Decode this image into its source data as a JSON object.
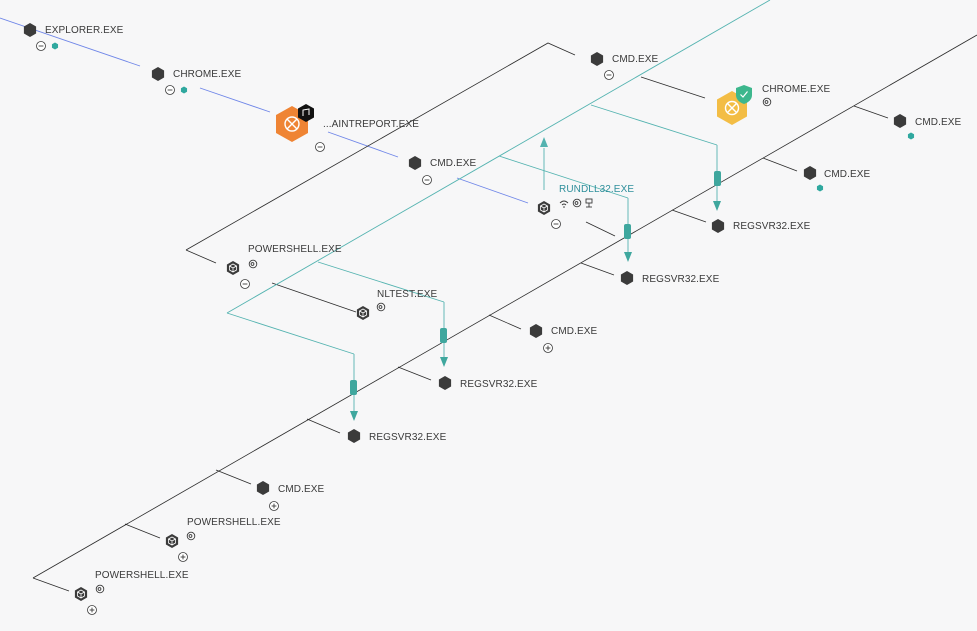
{
  "colors": {
    "tree_line": "#2b2b2b",
    "lateral_line": "#54b3b0",
    "chain_line": "#6f86e8",
    "node": "#3b3b3b",
    "alert_orange": "#ef8434",
    "safe_yellow": "#f3bd45",
    "verified_green": "#3db78d",
    "selected_text": "#2f8f9b",
    "background": "#f7f7f8"
  },
  "nodes": [
    {
      "id": "explorer",
      "label": "EXPLORER.EXE",
      "icon": "hexagon-process-icon",
      "controls": [
        "collapse",
        "expand-dot"
      ]
    },
    {
      "id": "chrome1",
      "label": "CHROME.EXE",
      "icon": "hexagon-process-icon",
      "controls": [
        "collapse",
        "expand-dot"
      ]
    },
    {
      "id": "paintreport",
      "label": "...AINTREPORT.EXE",
      "icon": "alert-process-icon",
      "badge": "malware-signature-icon",
      "controls": [
        "collapse"
      ]
    },
    {
      "id": "cmd_a",
      "label": "CMD.EXE",
      "icon": "hexagon-process-icon",
      "controls": [
        "collapse"
      ]
    },
    {
      "id": "rundll32",
      "label": "RUNDLL32.EXE",
      "icon": "cube-process-icon",
      "selected": true,
      "controls": [
        "collapse"
      ],
      "indicators": [
        "network-icon",
        "file-scan-icon",
        "registry-icon"
      ]
    },
    {
      "id": "cmd_top",
      "label": "CMD.EXE",
      "icon": "hexagon-process-icon",
      "controls": [
        "collapse"
      ]
    },
    {
      "id": "chrome2",
      "label": "CHROME.EXE",
      "icon": "safe-process-icon",
      "badge": "verified-shield-icon",
      "indicators": [
        "file-scan-icon"
      ]
    },
    {
      "id": "cmd_r1",
      "label": "CMD.EXE",
      "icon": "hexagon-process-icon",
      "controls": [
        "expand-dot"
      ]
    },
    {
      "id": "cmd_r2",
      "label": "CMD.EXE",
      "icon": "hexagon-process-icon",
      "controls": [
        "expand-dot"
      ]
    },
    {
      "id": "regsvr_a",
      "label": "REGSVR32.EXE",
      "icon": "hexagon-process-icon"
    },
    {
      "id": "regsvr_b",
      "label": "REGSVR32.EXE",
      "icon": "hexagon-process-icon"
    },
    {
      "id": "powershell1",
      "label": "POWERSHELL.EXE",
      "icon": "cube-process-icon",
      "controls": [
        "collapse"
      ],
      "indicators": [
        "file-scan-icon"
      ]
    },
    {
      "id": "nltest",
      "label": "NLTEST.EXE",
      "icon": "cube-process-icon",
      "indicators": [
        "file-scan-icon"
      ]
    },
    {
      "id": "cmd_m",
      "label": "CMD.EXE",
      "icon": "hexagon-process-icon",
      "controls": [
        "expand"
      ]
    },
    {
      "id": "regsvr_c",
      "label": "REGSVR32.EXE",
      "icon": "hexagon-process-icon"
    },
    {
      "id": "regsvr_d",
      "label": "REGSVR32.EXE",
      "icon": "hexagon-process-icon"
    },
    {
      "id": "cmd_l",
      "label": "CMD.EXE",
      "icon": "hexagon-process-icon",
      "controls": [
        "expand"
      ]
    },
    {
      "id": "powershell2",
      "label": "POWERSHELL.EXE",
      "icon": "cube-process-icon",
      "controls": [
        "expand"
      ],
      "indicators": [
        "file-scan-icon"
      ]
    },
    {
      "id": "powershell3",
      "label": "POWERSHELL.EXE",
      "icon": "cube-process-icon",
      "controls": [
        "expand"
      ],
      "indicators": [
        "file-scan-icon"
      ]
    }
  ]
}
